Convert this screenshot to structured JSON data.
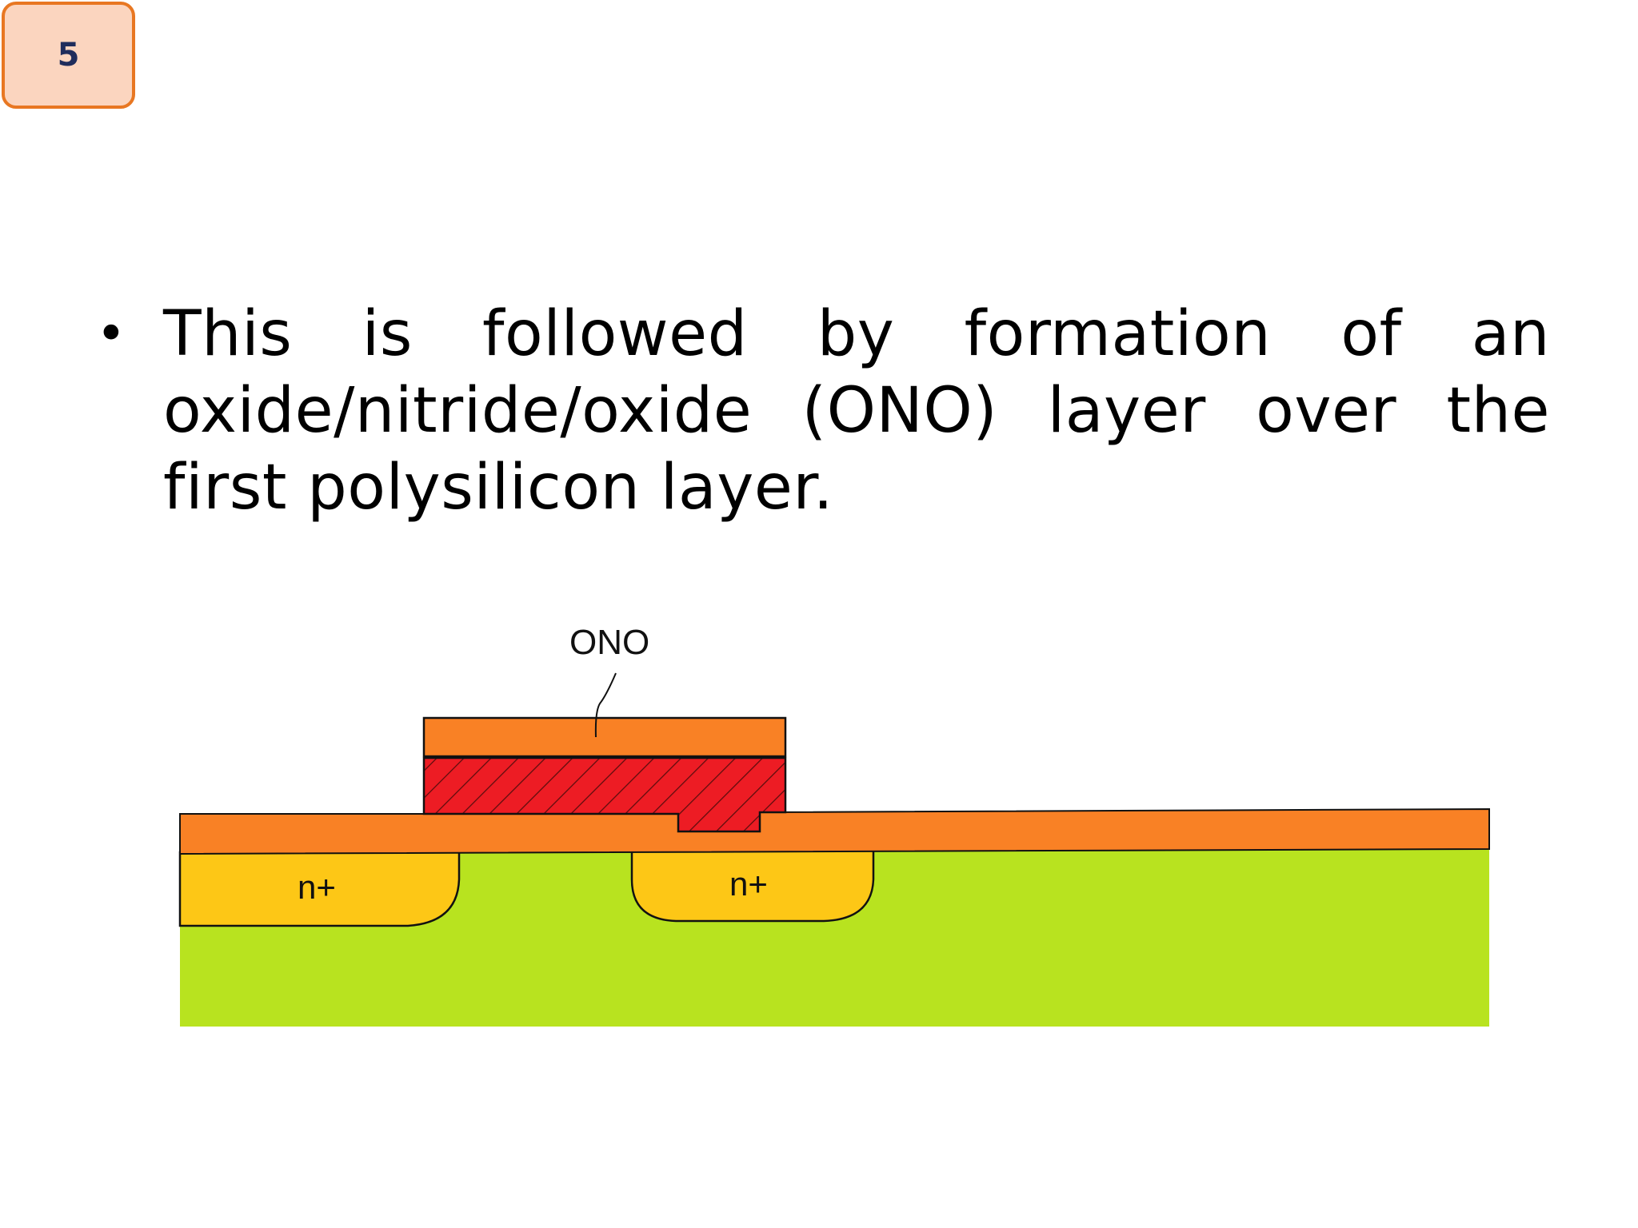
{
  "slide": {
    "page_number": "5",
    "bullet_text": "This is followed by formation of an oxide/nitride/oxide (ONO) layer over the first polysilicon layer."
  },
  "diagram": {
    "ono_label": "ONO",
    "left_region_label": "n+",
    "right_region_label": "n+",
    "colors": {
      "substrate": "#b8e31f",
      "n_plus": "#fdc716",
      "oxide": "#f98125",
      "poly": "#ed1c24",
      "outline": "#111111"
    }
  }
}
